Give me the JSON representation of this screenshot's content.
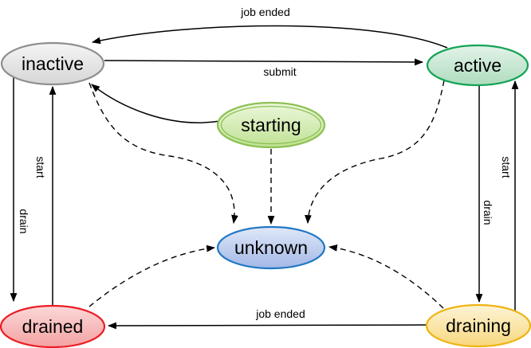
{
  "diagram": {
    "background": "#ffffff",
    "edge_color": "#000000",
    "text_color": "#000000",
    "nodes": [
      {
        "id": "inactive",
        "label": "inactive",
        "border": "#8f8f8f",
        "fill_top": "#f5f5f5",
        "fill_bottom": "#d6d6d6"
      },
      {
        "id": "active",
        "label": "active",
        "border": "#14a356",
        "fill_top": "#e3f3e9",
        "fill_bottom": "#aedcbe"
      },
      {
        "id": "starting",
        "label": "starting",
        "border": "#8cc152",
        "fill_top": "#ecf7dc",
        "fill_bottom": "#bfe293"
      },
      {
        "id": "unknown",
        "label": "unknown",
        "border": "#2277c4",
        "fill_top": "#e0e8f8",
        "fill_bottom": "#a3b8e6"
      },
      {
        "id": "drained",
        "label": "drained",
        "border": "#ec1c24",
        "fill_top": "#fbd8d8",
        "fill_bottom": "#f4a2a2"
      },
      {
        "id": "draining",
        "label": "draining",
        "border": "#eeb412",
        "fill_top": "#fdf4d6",
        "fill_bottom": "#f8d87e"
      }
    ],
    "edges": [
      {
        "from": "active",
        "to": "inactive",
        "label": "job ended",
        "style": "solid"
      },
      {
        "from": "inactive",
        "to": "active",
        "label": "submit",
        "style": "solid"
      },
      {
        "from": "starting",
        "to": "inactive",
        "label": "",
        "style": "solid"
      },
      {
        "from": "inactive",
        "to": "drained",
        "label": "drain",
        "style": "solid"
      },
      {
        "from": "drained",
        "to": "inactive",
        "label": "start",
        "style": "solid"
      },
      {
        "from": "active",
        "to": "draining",
        "label": "drain",
        "style": "solid"
      },
      {
        "from": "draining",
        "to": "active",
        "label": "start",
        "style": "solid"
      },
      {
        "from": "draining",
        "to": "drained",
        "label": "job ended",
        "style": "solid"
      },
      {
        "from": "starting",
        "to": "unknown",
        "label": "",
        "style": "dashed"
      },
      {
        "from": "inactive",
        "to": "unknown",
        "label": "",
        "style": "dashed"
      },
      {
        "from": "active",
        "to": "unknown",
        "label": "",
        "style": "dashed"
      },
      {
        "from": "drained",
        "to": "unknown",
        "label": "",
        "style": "dashed"
      },
      {
        "from": "draining",
        "to": "unknown",
        "label": "",
        "style": "dashed"
      }
    ]
  }
}
